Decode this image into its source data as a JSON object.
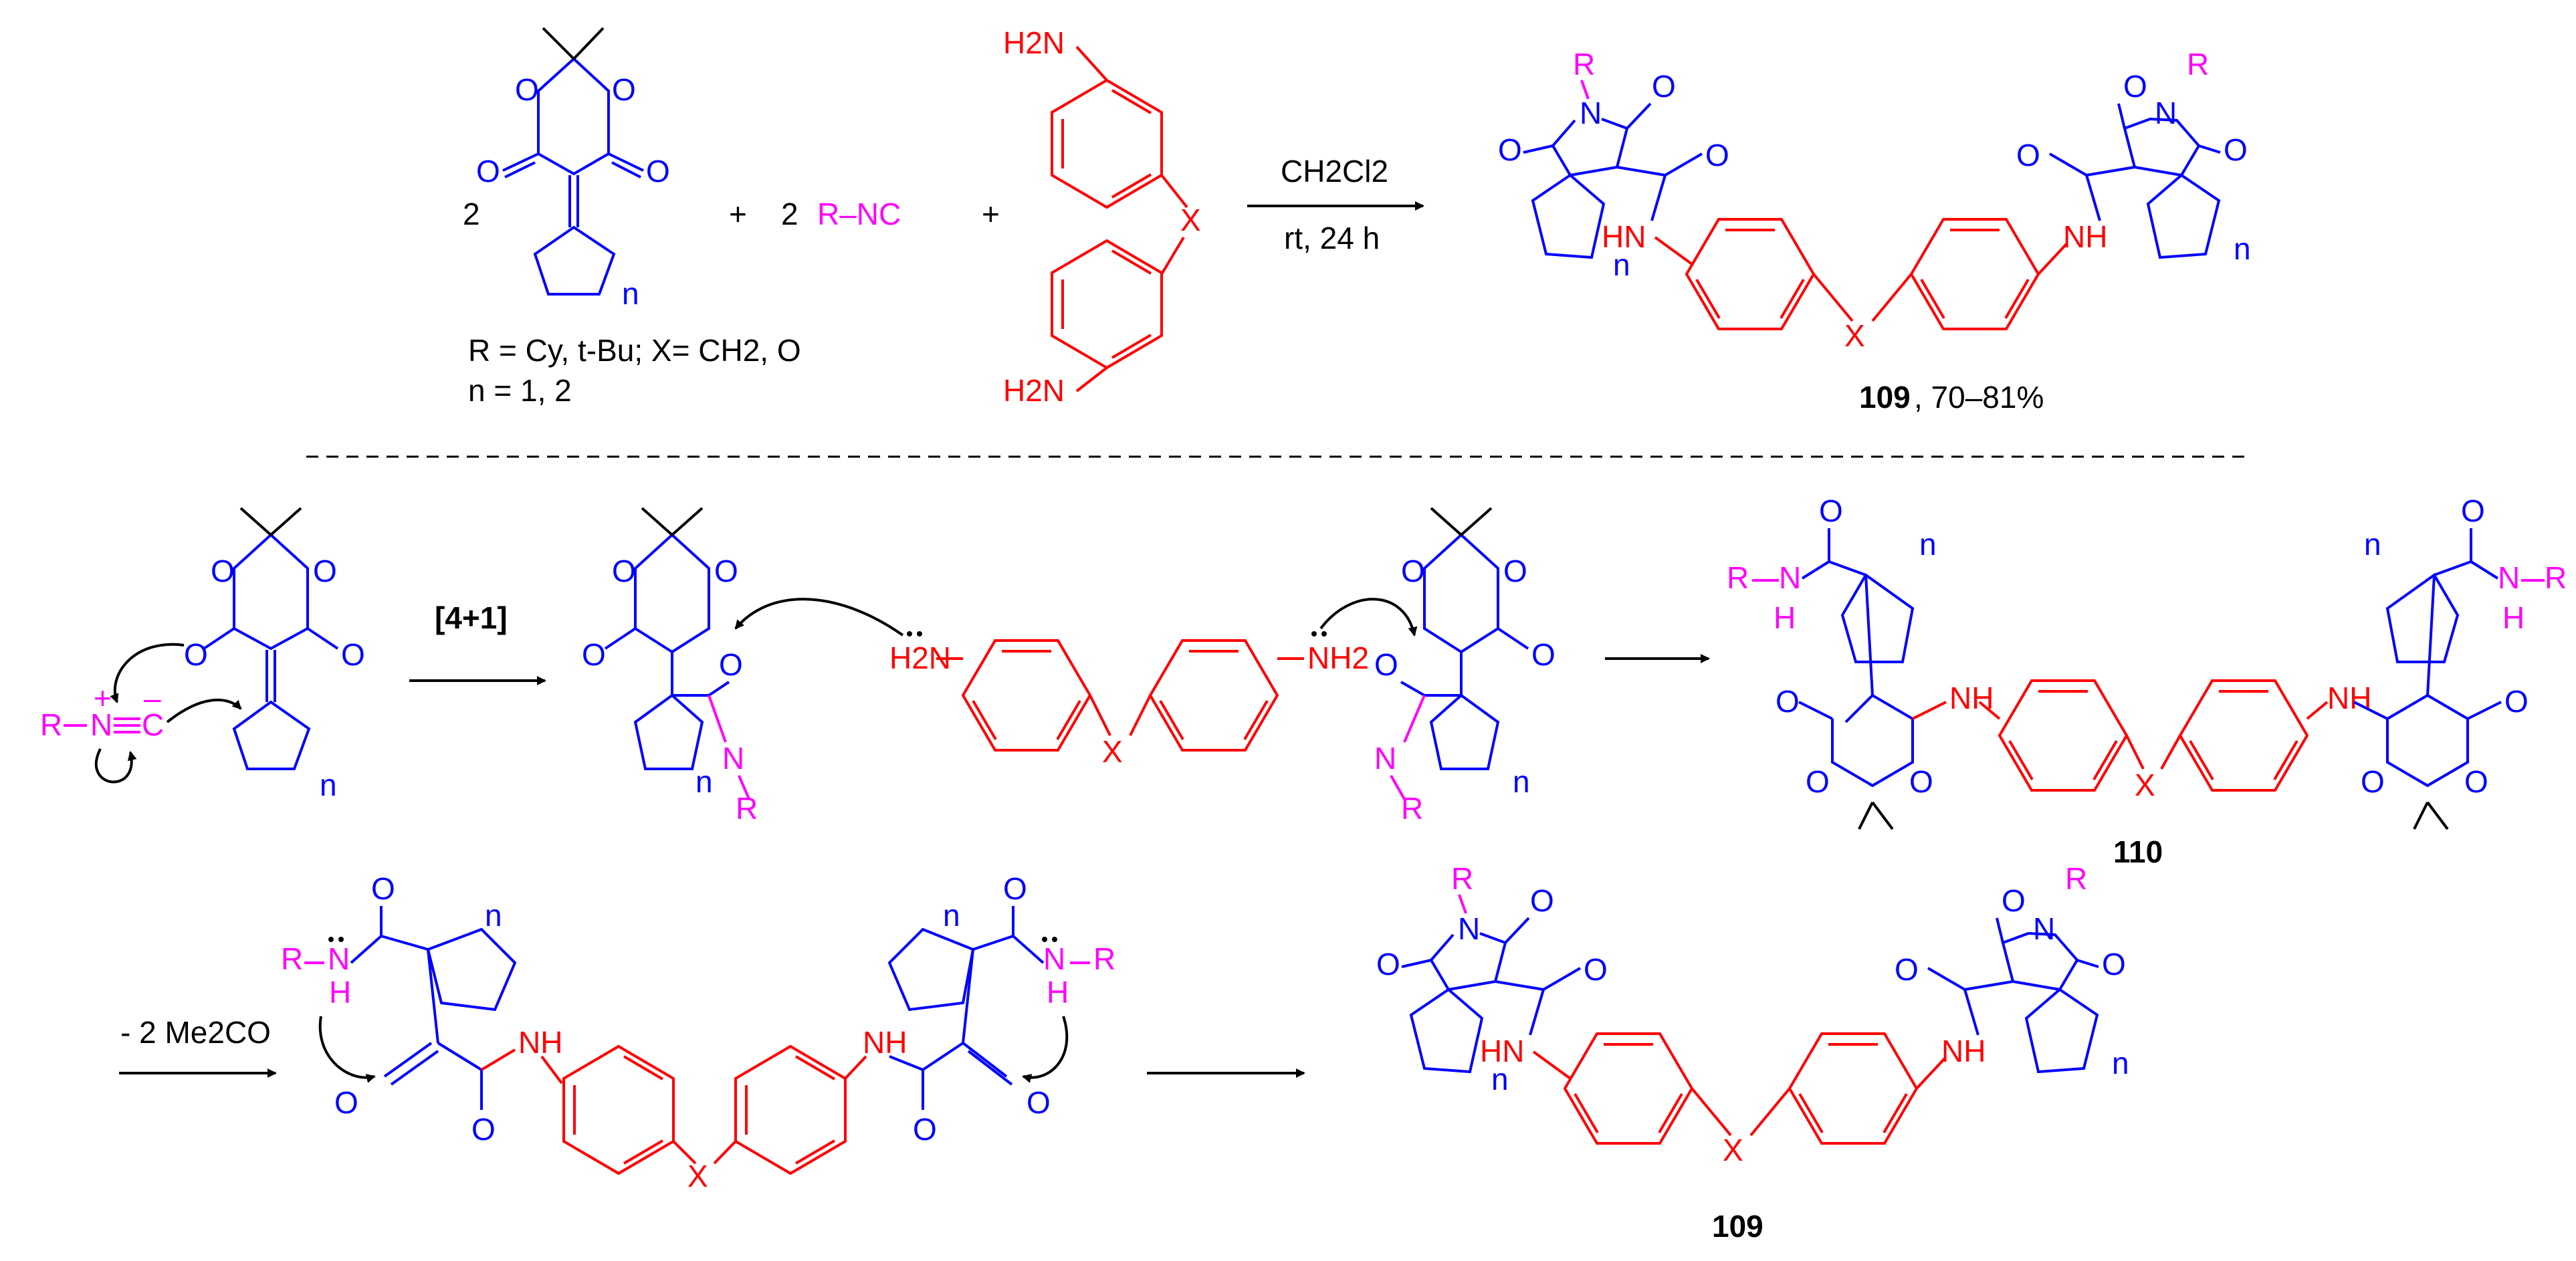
{
  "reaction": {
    "coefficient_meldrum": "2",
    "plus": "+",
    "coefficient_isocyanide": "2",
    "isocyanide": "R–NC",
    "conditions_top": "CH2Cl2",
    "conditions_bottom": "rt, 24 h",
    "substituents_line1": "R = Cy, t-Bu; X= CH2, O",
    "substituents_line2": "n = 1, 2",
    "product_label": "109",
    "product_yield": ", 70–81%"
  },
  "mechanism": {
    "step1_label": "[4+1]",
    "intermediate_label": "110",
    "elimination_label": "- 2 Me2CO",
    "final_label": "109"
  },
  "atoms": {
    "O": "O",
    "N": "N",
    "H": "H",
    "R": "R",
    "X": "X",
    "n": "n",
    "NH": "NH",
    "HN": "HN",
    "H2N": "H2N",
    "NH2": "NH2",
    "C_iso": "C",
    "N_iso": "N",
    "plus_charge": "+",
    "minus_charge": "–"
  },
  "colors": {
    "meldrum_scaffold": "#0000ff",
    "diamine_linker": "#ff0000",
    "isocyanide_fragment": "#ff00ff",
    "arrows_text": "#000000"
  }
}
